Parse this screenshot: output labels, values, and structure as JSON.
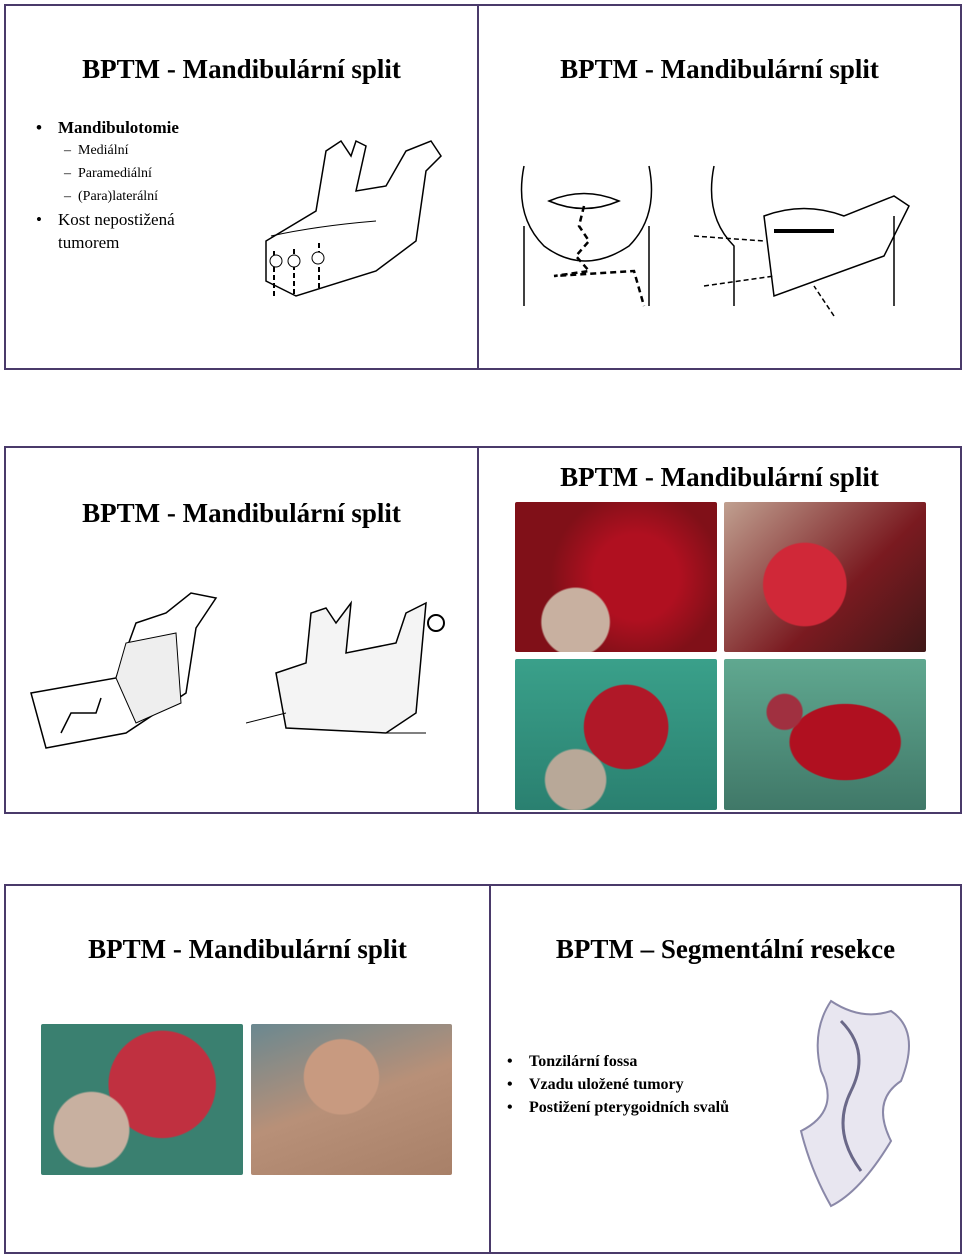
{
  "slides": [
    {
      "title": "BPTM - Mandibulární split",
      "bullets": [
        {
          "text": "Mandibulotomie",
          "sub": [
            "Mediální",
            "Paramediální",
            "(Para)laterální"
          ]
        },
        {
          "text": "Kost nepostižená tumorem"
        }
      ]
    },
    {
      "title": "BPTM - Mandibulární split"
    },
    {
      "title": "BPTM - Mandibulární split"
    },
    {
      "title": "BPTM - Mandibulární split"
    },
    {
      "title": "BPTM - Mandibulární split"
    },
    {
      "title": "BPTM – Segmentální resekce",
      "bullets": [
        "Tonzilární fossa",
        "Vzadu uložené tumory",
        "Postižení pterygoidních svalů"
      ]
    }
  ],
  "colors": {
    "border": "#4a3a6a"
  }
}
